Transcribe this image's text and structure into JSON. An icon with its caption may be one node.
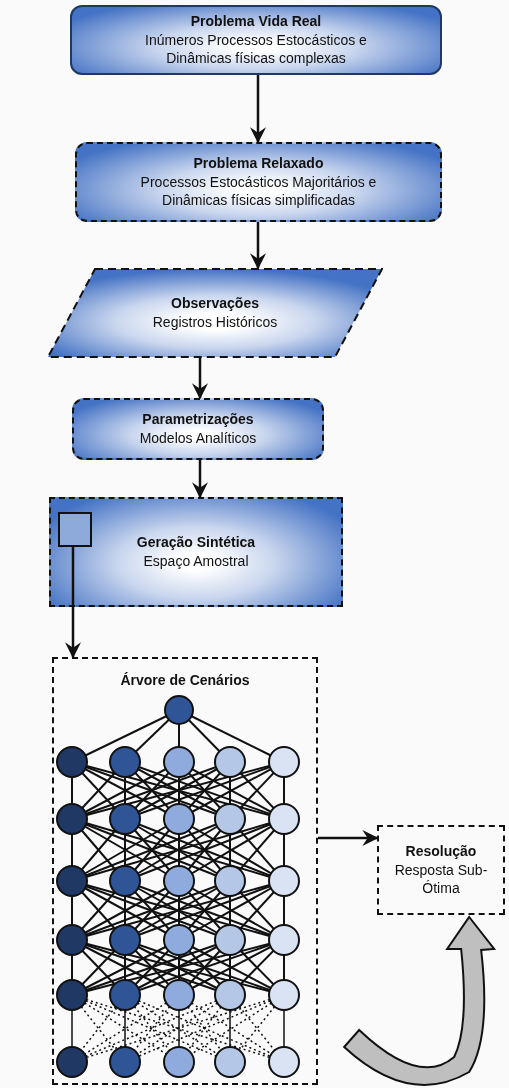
{
  "diagram": {
    "nodes": [
      {
        "text": [
          "Problema Vida Real",
          "Inúmeros Processos Estocásticos e Dinâmicas físicas complexas"
        ]
      },
      {
        "text": [
          "Problema Relaxado",
          "Processos Estocásticos Majoritários e Dinâmicas físicas simplificadas"
        ]
      },
      {
        "text": [
          "Observações",
          "Registros Históricos"
        ]
      },
      {
        "text": [
          "Parametrizações",
          "Modelos Analíticos"
        ]
      },
      {
        "text": [
          "Geração Sintética",
          "Espaço Amostral"
        ]
      },
      {
        "text": [],
        "shape": "box",
        "in": 4
      },
      {
        "text": [
          "Árvore de Cenários"
        ]
      },
      {
        "text": [
          "Resolução",
          "Resposta Sub-Ótima"
        ]
      }
    ],
    "edges": [
      {
        "from": 0,
        "to": 1,
        "arrow": "to"
      },
      {
        "from": 1,
        "to": 2,
        "arrow": "to"
      },
      {
        "from": 2,
        "to": 3,
        "arrow": "to"
      },
      {
        "from": 3,
        "to": 4,
        "arrow": "to"
      },
      {
        "from": 5,
        "to": 6,
        "arrow": "to"
      },
      {
        "from": 6,
        "to": 7,
        "arrow": "to"
      },
      {
        "from": null,
        "to": 7,
        "arrow": "to",
        "style": "thick",
        "color": "#bfbfbf"
      }
    ]
  }
}
